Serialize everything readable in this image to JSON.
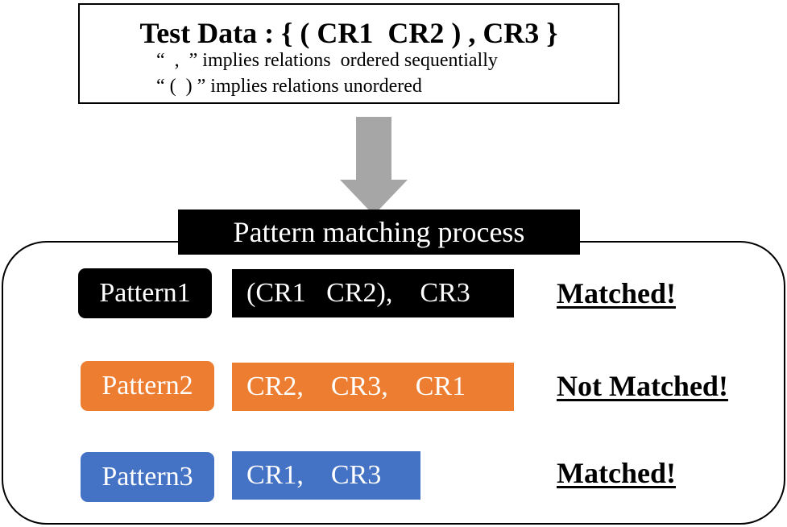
{
  "test_data": {
    "title": "Test Data : { ( CR1  CR2 ) , CR3 }",
    "note_sequential": "“  ,  ” implies relations  ordered sequentially",
    "note_unordered": "“ (  ) ” implies relations unordered"
  },
  "process": {
    "title": "Pattern matching process"
  },
  "patterns": [
    {
      "label": "Pattern1",
      "sequence": "(CR1   CR2),    CR3",
      "result": "Matched!"
    },
    {
      "label": "Pattern2",
      "sequence": "CR2,    CR3,    CR1",
      "result": "Not Matched!"
    },
    {
      "label": "Pattern3",
      "sequence": "CR1,    CR3",
      "result": "Matched!"
    }
  ],
  "colors": {
    "pattern1": "#000000",
    "pattern2": "#ed7d31",
    "pattern3": "#4472c4",
    "arrow": "#a6a6a6"
  }
}
